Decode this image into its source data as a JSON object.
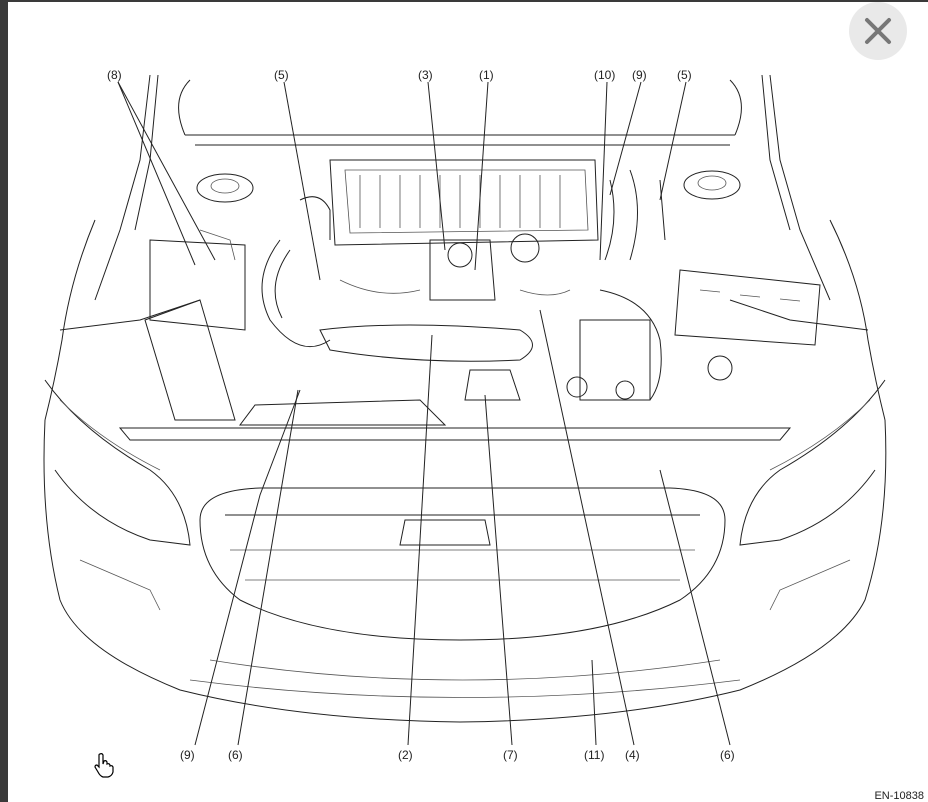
{
  "callouts_top": [
    {
      "label": "(8)",
      "part": "8"
    },
    {
      "label": "(5)",
      "part": "5"
    },
    {
      "label": "(3)",
      "part": "3"
    },
    {
      "label": "(1)",
      "part": "1"
    },
    {
      "label": "(10)",
      "part": "10"
    },
    {
      "label": "(9)",
      "part": "9"
    },
    {
      "label": "(5)",
      "part": "5"
    }
  ],
  "callouts_bottom": [
    {
      "label": "(9)",
      "part": "9"
    },
    {
      "label": "(6)",
      "part": "6"
    },
    {
      "label": "(2)",
      "part": "2"
    },
    {
      "label": "(7)",
      "part": "7"
    },
    {
      "label": "(11)",
      "part": "11"
    },
    {
      "label": "(4)",
      "part": "4"
    },
    {
      "label": "(6)",
      "part": "6"
    }
  ],
  "figure_id": "EN-10838",
  "icons": {
    "close": "close-icon",
    "cursor": "hand-pointer-icon"
  },
  "colors": {
    "close_background": "#e9e9e9",
    "close_glyph": "#777777"
  }
}
